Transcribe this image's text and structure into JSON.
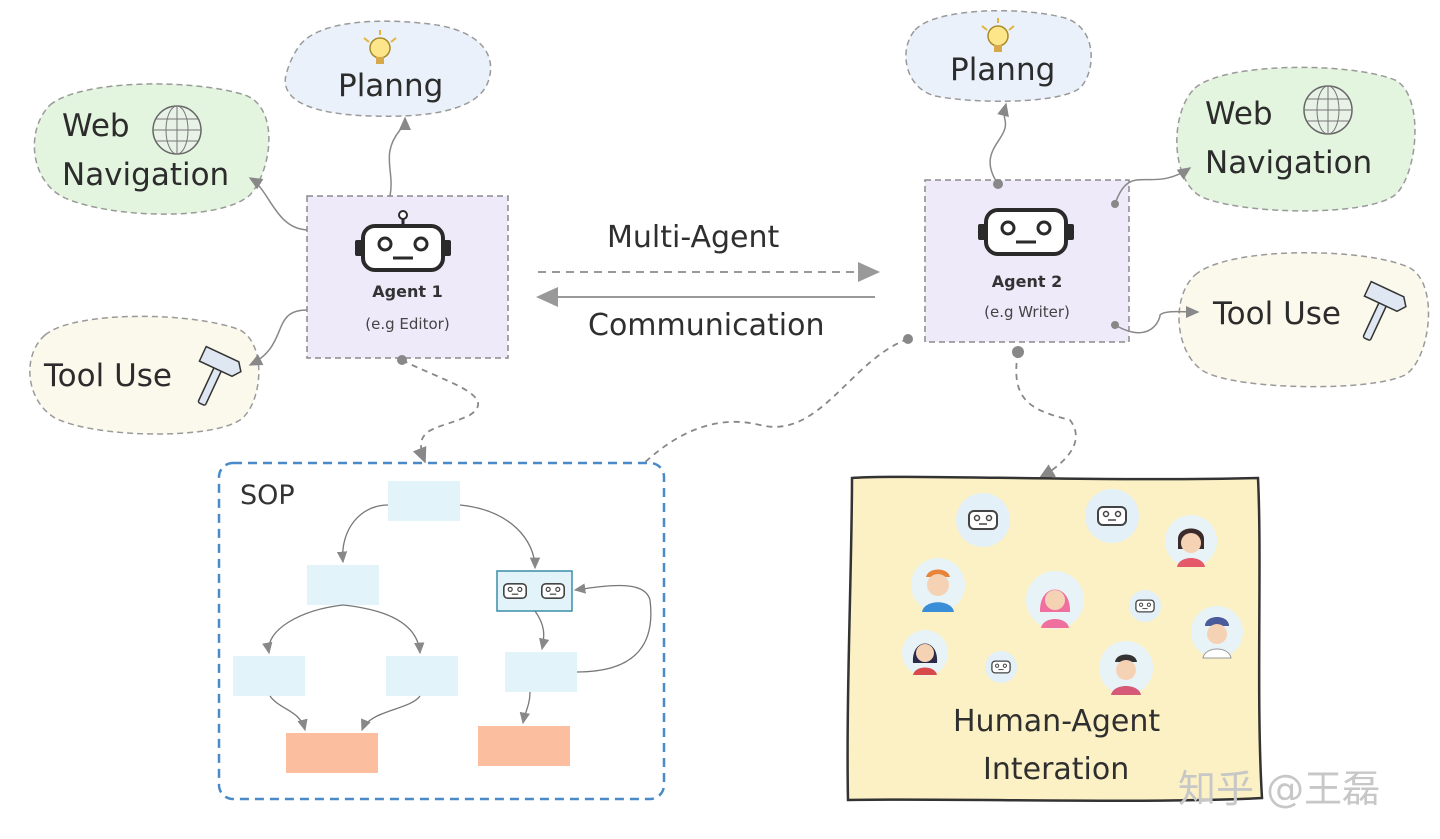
{
  "agent1": {
    "name": "Agent 1",
    "role": "(e.g Editor)",
    "planning": "Planng",
    "web_line1": "Web",
    "web_line2": "Navigation",
    "tool": "Tool  Use"
  },
  "agent2": {
    "name": "Agent 2",
    "role": "(e.g Writer)",
    "planning": "Planng",
    "web_line1": "Web",
    "web_line2": "Navigation",
    "tool": "Tool  Use"
  },
  "communication": {
    "line1": "Multi-Agent",
    "line2": "Communication"
  },
  "sop": {
    "title": "SOP"
  },
  "human_agent": {
    "line1": "Human-Agent",
    "line2": "Interation"
  },
  "watermark": "知乎 @王磊",
  "colors": {
    "agent_box": "#eeeafa",
    "planning_cloud": "#eaf1fa",
    "web_cloud": "#e3f4df",
    "tool_cloud": "#fbf8ec",
    "sop_border": "#4a8ac8",
    "sop_node": "#e3f3fa",
    "sop_leaf": "#fbbf9f",
    "human_panel": "#fbf1c4"
  },
  "icons": [
    "robot-icon",
    "lightbulb-icon",
    "globe-icon",
    "hammer-icon",
    "person-avatar-icon"
  ]
}
